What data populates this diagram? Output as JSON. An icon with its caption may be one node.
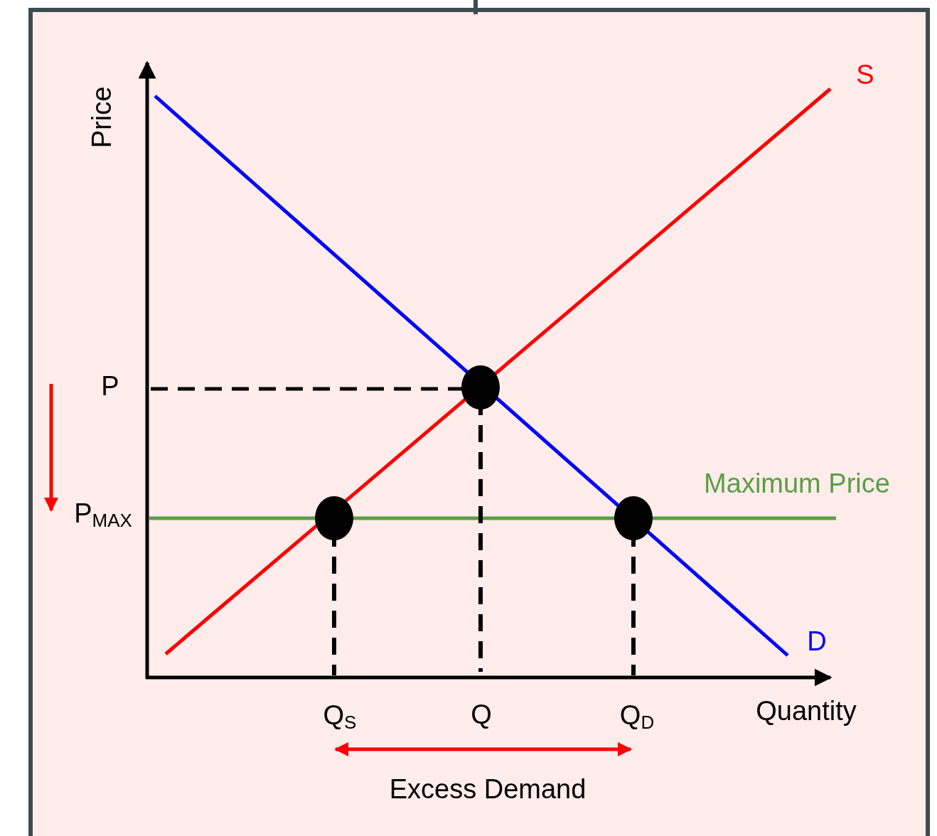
{
  "diagram": {
    "labels": [
      "S",
      "Price",
      "P",
      "Maximum Price",
      "P$_{MAX}$",
      "D",
      "Q$_{S}$",
      "Q",
      "Q$_{D}$",
      "Quantity",
      "Excess Demand"
    ]
  }
}
